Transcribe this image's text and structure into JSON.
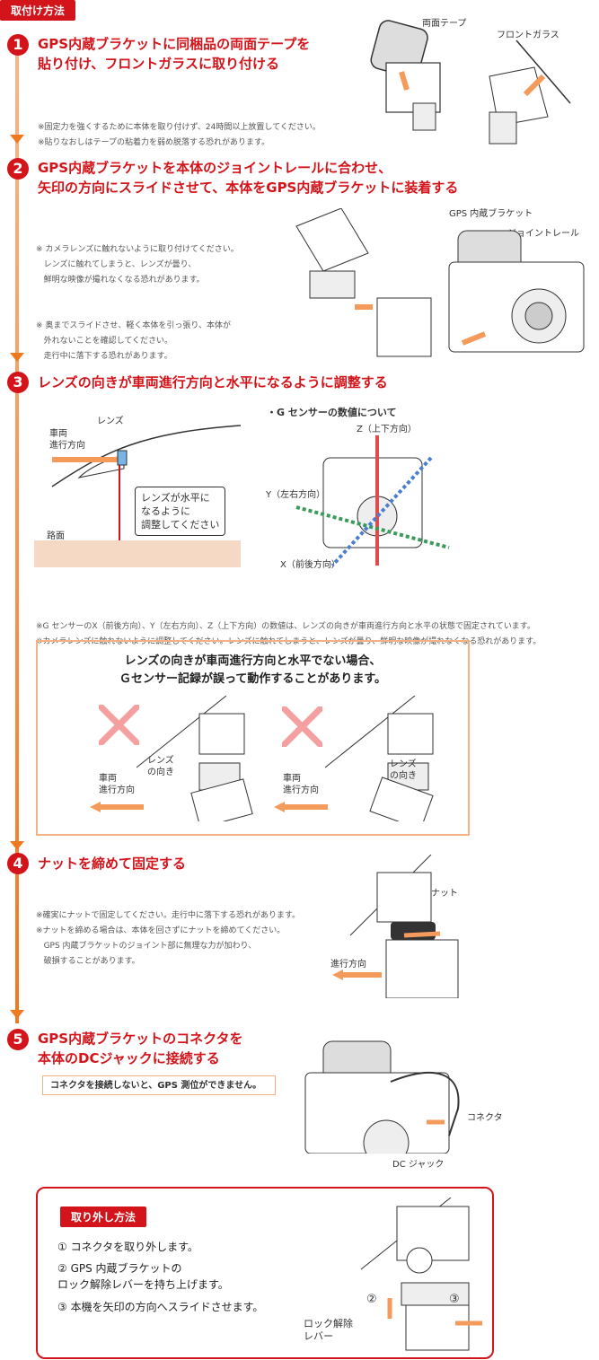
{
  "section_tag": "取付け方法",
  "steps": [
    {
      "num": "1",
      "title1": "GPS内蔵ブラケットに同梱品の両面テープを",
      "title2": "貼り付け、フロントガラスに取り付ける",
      "note1": "※固定力を強くするために本体を取り付けず、24時間以上放置してください。",
      "note2": "※貼りなおしはテープの粘着力を弱め脱落する恐れがあります。",
      "cap_tape": "両面テープ",
      "cap_glass": "フロントガラス"
    },
    {
      "num": "2",
      "title1": "GPS内蔵ブラケットを本体のジョイントレールに合わせ、",
      "title2": "矢印の方向にスライドさせて、本体をGPS内蔵ブラケットに装着する",
      "note1": "※ カメラレンズに触れないように取り付けてください。",
      "note2": "   レンズに触れてしまうと、レンズが曇り、",
      "note3": "   鮮明な映像が撮れなくなる恐れがあります。",
      "note4": "※ 奥までスライドさせ、軽く本体を引っ張り、本体が",
      "note5": "   外れないことを確認してください。",
      "note6": "   走行中に落下する恐れがあります。",
      "cap_bracket": "GPS 内蔵ブラケット",
      "cap_rail": "ジョイントレール"
    },
    {
      "num": "3",
      "title1": "レンズの向きが車両進行方向と水平になるように調整する",
      "cap_lens": "レンズ",
      "cap_dir1": "車両",
      "cap_dir2": "進行方向",
      "cap_road": "路面",
      "bubble1": "レンズが水平に",
      "bubble2": "なるように",
      "bubble3": "調整してください",
      "g_title": "・G センサーの数値について",
      "g_z": "Z（上下方向）",
      "g_y": "Y（左右方向）",
      "g_x": "X（前後方向）",
      "note1": "※G センサーのX（前後方向）、Y（左右方向）、Z（上下方向）の数値は、レンズの向きが車両進行方向と水平の状態で固定されています。",
      "note2": "※カメラレンズに触れないように調整してください。レンズに触れてしまうと、レンズが曇り、鮮明な映像が撮れなくなる恐れがあります。",
      "warn1": "レンズの向きが車両進行方向と水平でない場合、",
      "warn2": "Ｇセンサー記録が誤って動作することがあります。",
      "warn_dir1": "車両",
      "warn_dir2": "進行方向",
      "warn_lens1": "レンズ",
      "warn_lens2": "の向き"
    },
    {
      "num": "4",
      "title1": "ナットを締めて固定する",
      "note1": "※確実にナットで固定してください。走行中に落下する恐れがあります。",
      "note2": "※ナットを締める場合は、本体を回さずにナットを締めてください。",
      "note3": "   GPS 内蔵ブラケットのジョイント部に無理な力が加わり、",
      "note4": "   破損することがあります。",
      "cap_nut": "ナット",
      "cap_dir": "進行方向"
    },
    {
      "num": "5",
      "title1": "GPS内蔵ブラケットのコネクタを",
      "title2": "本体のDCジャックに接続する",
      "info": "コネクタを接続しないと、GPS 測位ができません。",
      "cap_conn": "コネクタ",
      "cap_dc": "DC ジャック"
    }
  ],
  "removal": {
    "tag": "取り外し方法",
    "s1": "① コネクタを取り外します。",
    "s2a": "② GPS 内蔵ブラケットの",
    "s2b": "    ロック解除レバーを持ち上げます。",
    "s3": "③ 本機を矢印の方向へスライドさせます。",
    "cap_2": "②",
    "cap_3": "③",
    "cap_lever1": "ロック解除",
    "cap_lever2": "レバー"
  },
  "colors": {
    "accent": "#d4141b",
    "orange": "#f0781e",
    "box": "#f4b183"
  }
}
